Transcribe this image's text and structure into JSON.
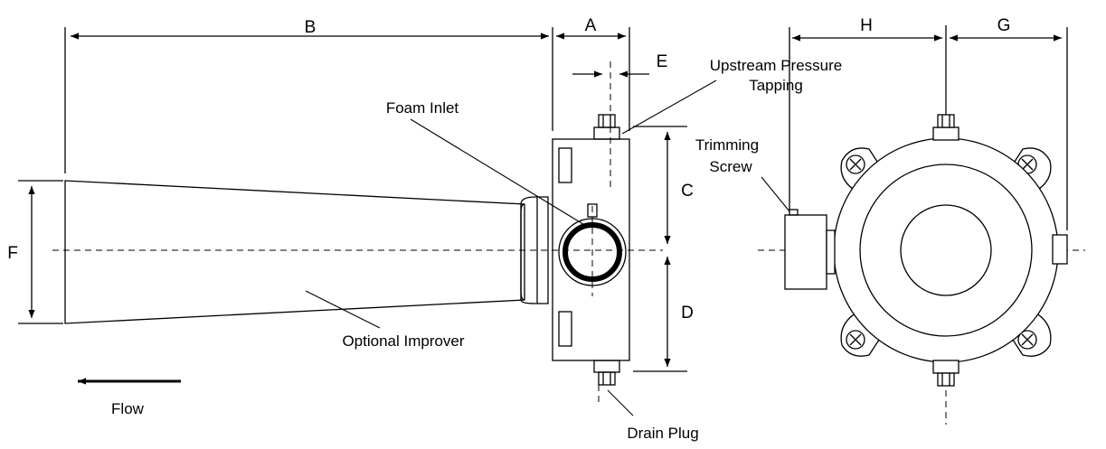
{
  "dimensions": {
    "A": "A",
    "B": "B",
    "C": "C",
    "D": "D",
    "E": "E",
    "F": "F",
    "G": "G",
    "H": "H"
  },
  "labels": {
    "upstream_line1": "Upstream Pressure",
    "upstream_line2": "Tapping",
    "foam_inlet": "Foam Inlet",
    "trimming_line1": "Trimming",
    "trimming_line2": "Screw",
    "optional_improver": "Optional Improver",
    "drain_plug": "Drain Plug",
    "flow": "Flow"
  },
  "colors": {
    "line": "#000000",
    "background": "#ffffff"
  }
}
